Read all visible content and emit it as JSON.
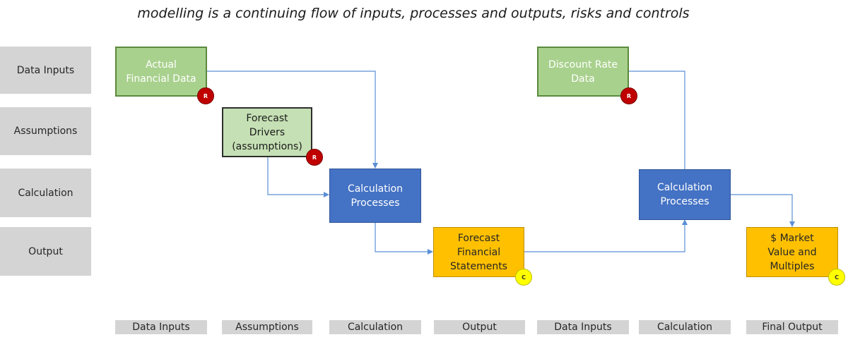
{
  "title": "modelling is a continuing flow of inputs, processes and outputs, risks and controls",
  "row_labels": [
    "Data Inputs",
    "Assumptions",
    "Calculation",
    "Output"
  ],
  "boxes": {
    "actual_financial_data": "Actual\nFinancial Data",
    "forecast_drivers": "Forecast\nDrivers\n(assumptions)",
    "calculation_processes_1": "Calculation\nProcesses",
    "forecast_financial_statements": "Forecast\nFinancial\nStatements",
    "discount_rate_data": "Discount Rate\nData",
    "calculation_processes_2": "Calculation\nProcesses",
    "market_value_multiples": "$ Market\nValue and\nMultiples"
  },
  "badges": {
    "risk": "R",
    "control": "C"
  },
  "column_labels": [
    "Data Inputs",
    "Assumptions",
    "Calculation",
    "Output",
    "Data Inputs",
    "Calculation",
    "Final Output"
  ],
  "colors": {
    "input_green": "#a9d18e",
    "assumption_green": "#c5e0b4",
    "process_blue": "#4472c4",
    "output_orange": "#ffc000",
    "risk_red": "#c00000",
    "control_yellow": "#ffff00",
    "connector": "#5b8fd6",
    "label_gray": "#d4d4d4"
  }
}
